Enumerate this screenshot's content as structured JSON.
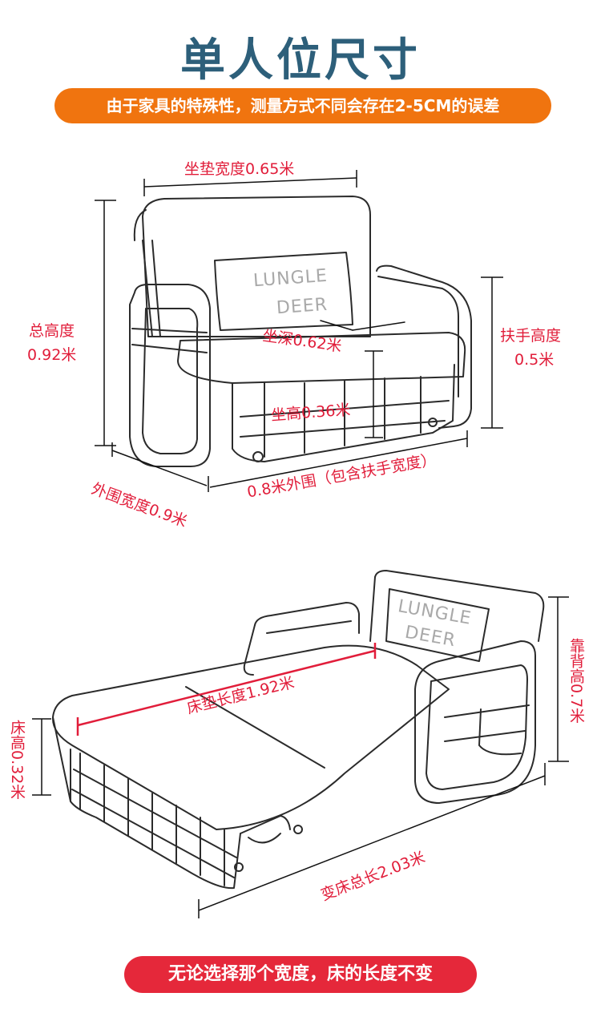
{
  "header": {
    "title": "单人位尺寸",
    "notice": "由于家具的特殊性，测量方式不同会存在2-5CM的误差"
  },
  "sofa": {
    "cushion_width": "坐垫宽度0.65米",
    "total_height_label": "总高度",
    "total_height_value": "0.92米",
    "armrest_height_label": "扶手高度",
    "armrest_height_value": "0.5米",
    "seat_depth": "坐深0.62米",
    "seat_height": "坐高0.36米",
    "outer_width": "外围宽度0.9米",
    "outer_overall": "0.8米外围（包含扶手宽度）",
    "logo_line1": "LUNGLE",
    "logo_line2": "DEER"
  },
  "bed": {
    "mattress_length": "床垫长度1.92米",
    "backrest_height": "靠背高0.7米",
    "bed_height": "床高0.32米",
    "total_length": "变床总长2.03米",
    "logo_line1": "LUNGLE",
    "logo_line2": "DEER"
  },
  "footer": {
    "note": "无论选择那个宽度，床的长度不变"
  },
  "colors": {
    "title": "#2d5f7a",
    "notice_bg": "#f0740f",
    "footer_bg": "#e5283a",
    "label": "#e11d3a"
  }
}
